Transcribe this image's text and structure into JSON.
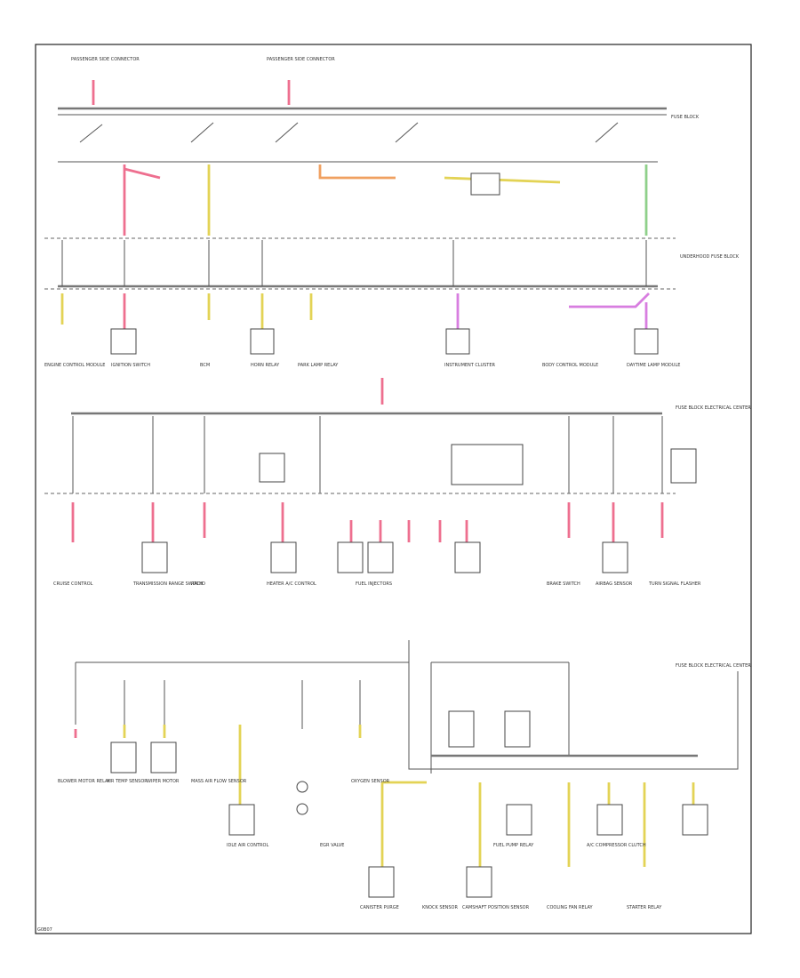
{
  "sheet": {
    "page_code": "G0B07"
  },
  "colors": {
    "pink": "#ee6f8f",
    "yellow": "#e3d355",
    "orange": "#f0a060",
    "green": "#8fd08a",
    "violet": "#d87ee0",
    "line": "#555555"
  },
  "labels": {
    "top_left_fuse_block": "PASSENGER SIDE CONNECTOR",
    "top_mid_fuse_block": "PASSENGER SIDE CONNECTOR",
    "fuse_block": "FUSE BLOCK",
    "underhood_block": "UNDERHOOD FUSE BLOCK",
    "bottom_fuse_block": "FUSE BLOCK ELECTRICAL CENTER",
    "right_block": "FUSE BLOCK ELECTRICAL CENTER",
    "modules": [
      "ENGINE CONTROL MODULE",
      "IGNITION SWITCH",
      "BCM",
      "HORN RELAY",
      "PARK LAMP RELAY",
      "INSTRUMENT CLUSTER",
      "BODY CONTROL MODULE",
      "DAYTIME LAMP MODULE",
      "CRUISE CONTROL",
      "TRANSMISSION RANGE SWITCH",
      "RADIO",
      "HEATER A/C CONTROL",
      "FUEL INJECTORS",
      "BRAKE SWITCH",
      "AIRBAG SENSOR",
      "TURN SIGNAL FLASHER",
      "BLOWER MOTOR RELAY",
      "AIR TEMP SENSOR",
      "WIPER MOTOR",
      "MASS AIR FLOW SENSOR",
      "IDLE AIR CONTROL",
      "EGR VALVE",
      "OXYGEN SENSOR",
      "CANISTER PURGE",
      "KNOCK SENSOR",
      "CAMSHAFT POSITION SENSOR",
      "FUEL PUMP RELAY",
      "COOLING FAN RELAY",
      "A/C COMPRESSOR CLUTCH",
      "STARTER RELAY"
    ]
  }
}
